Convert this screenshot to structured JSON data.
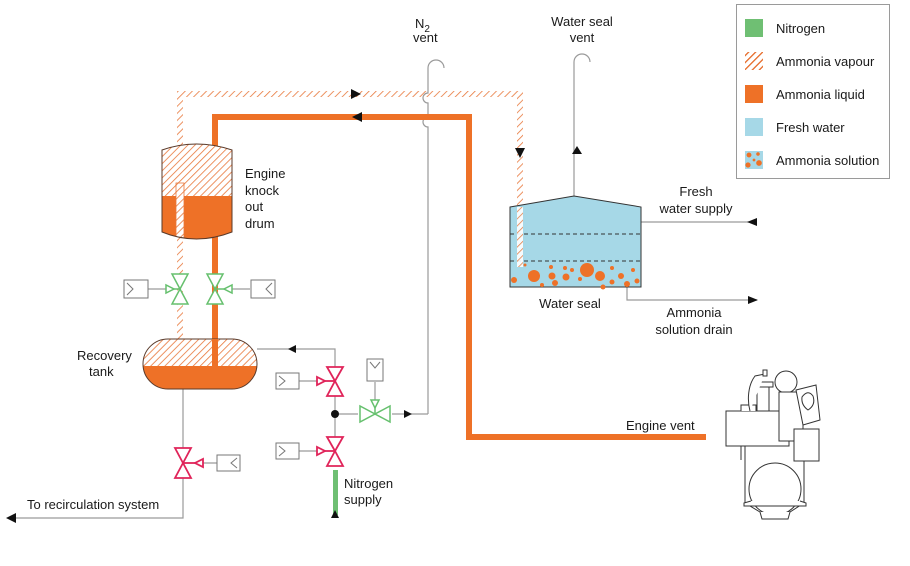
{
  "title": "Ammonia fuel engine vent recovery system",
  "colors": {
    "nitrogen": "#6fbf73",
    "ammonia_vapour": "#e8773a",
    "ammonia_liquid": "#ee7127",
    "fresh_water": "#a6d8e7",
    "ammonia_solution_dots": "#ee7127",
    "valve_green": "#66c06e",
    "valve_red": "#e0245a",
    "line_gray": "#9a9a9a"
  },
  "legend": {
    "items": [
      {
        "key": "nitrogen",
        "label": "Nitrogen"
      },
      {
        "key": "ammonia_vapour",
        "label": "Ammonia vapour"
      },
      {
        "key": "ammonia_liquid",
        "label": "Ammonia liquid"
      },
      {
        "key": "fresh_water",
        "label": "Fresh water"
      },
      {
        "key": "ammonia_solution",
        "label": "Ammonia solution"
      }
    ]
  },
  "labels": {
    "n2_vent_line1": "N",
    "n2_vent_sub": "2",
    "n2_vent_line2": "vent",
    "water_seal_vent_line1": "Water seal",
    "water_seal_vent_line2": "vent",
    "knock_out_drum": [
      "Engine",
      "knock",
      "out",
      "drum"
    ],
    "recovery_tank": [
      "Recovery",
      "tank"
    ],
    "fresh_water_supply": [
      "Fresh",
      "water supply"
    ],
    "water_seal": "Water seal",
    "ammonia_solution_drain": [
      "Ammonia",
      "solution drain"
    ],
    "engine_vent": "Engine vent",
    "nitrogen_supply": [
      "Nitrogen",
      "supply"
    ],
    "to_recirculation": "To recirculation system"
  }
}
